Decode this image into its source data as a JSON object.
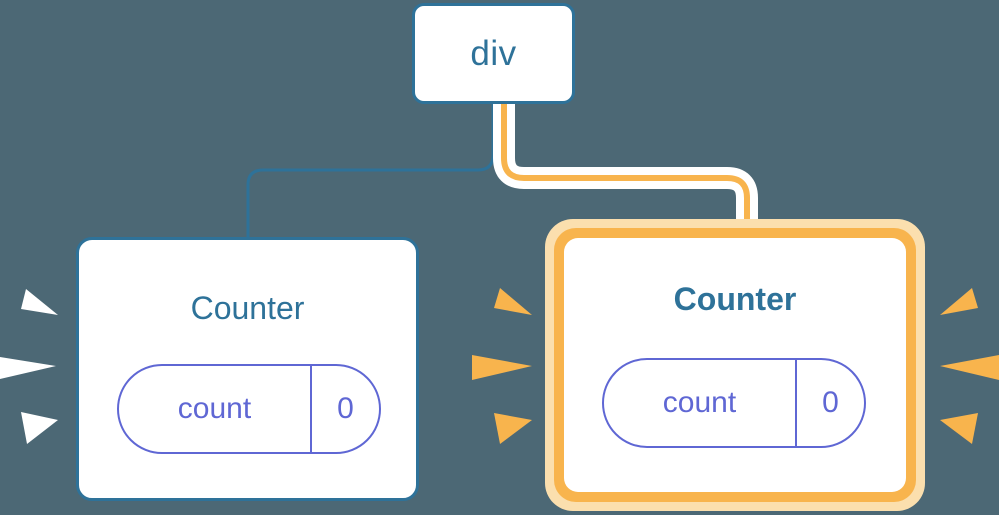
{
  "diagram": {
    "background_color": "#4c6875",
    "accent_blue": "#2e7299",
    "accent_orange": "#f8b44d",
    "accent_orange_glow": "#fbdfae",
    "accent_purple": "#5f67d4",
    "wire_white": "#ffffff"
  },
  "root": {
    "label": "div",
    "node_name": "div-node"
  },
  "nodes": [
    {
      "id": "counter-left",
      "title": "Counter",
      "highlighted": false,
      "state": {
        "key": "count",
        "value": "0"
      },
      "spark_color": "#ffffff",
      "sparks": [
        "left"
      ]
    },
    {
      "id": "counter-right",
      "title": "Counter",
      "highlighted": true,
      "state": {
        "key": "count",
        "value": "0"
      },
      "spark_color": "#f8b44d",
      "sparks": [
        "left",
        "right"
      ]
    }
  ],
  "edges": [
    {
      "from": "div",
      "to": "counter-left",
      "color": "#2e7299",
      "highlighted": false
    },
    {
      "from": "div",
      "to": "counter-right",
      "color": "#f8b44d",
      "highlighted": true
    }
  ]
}
